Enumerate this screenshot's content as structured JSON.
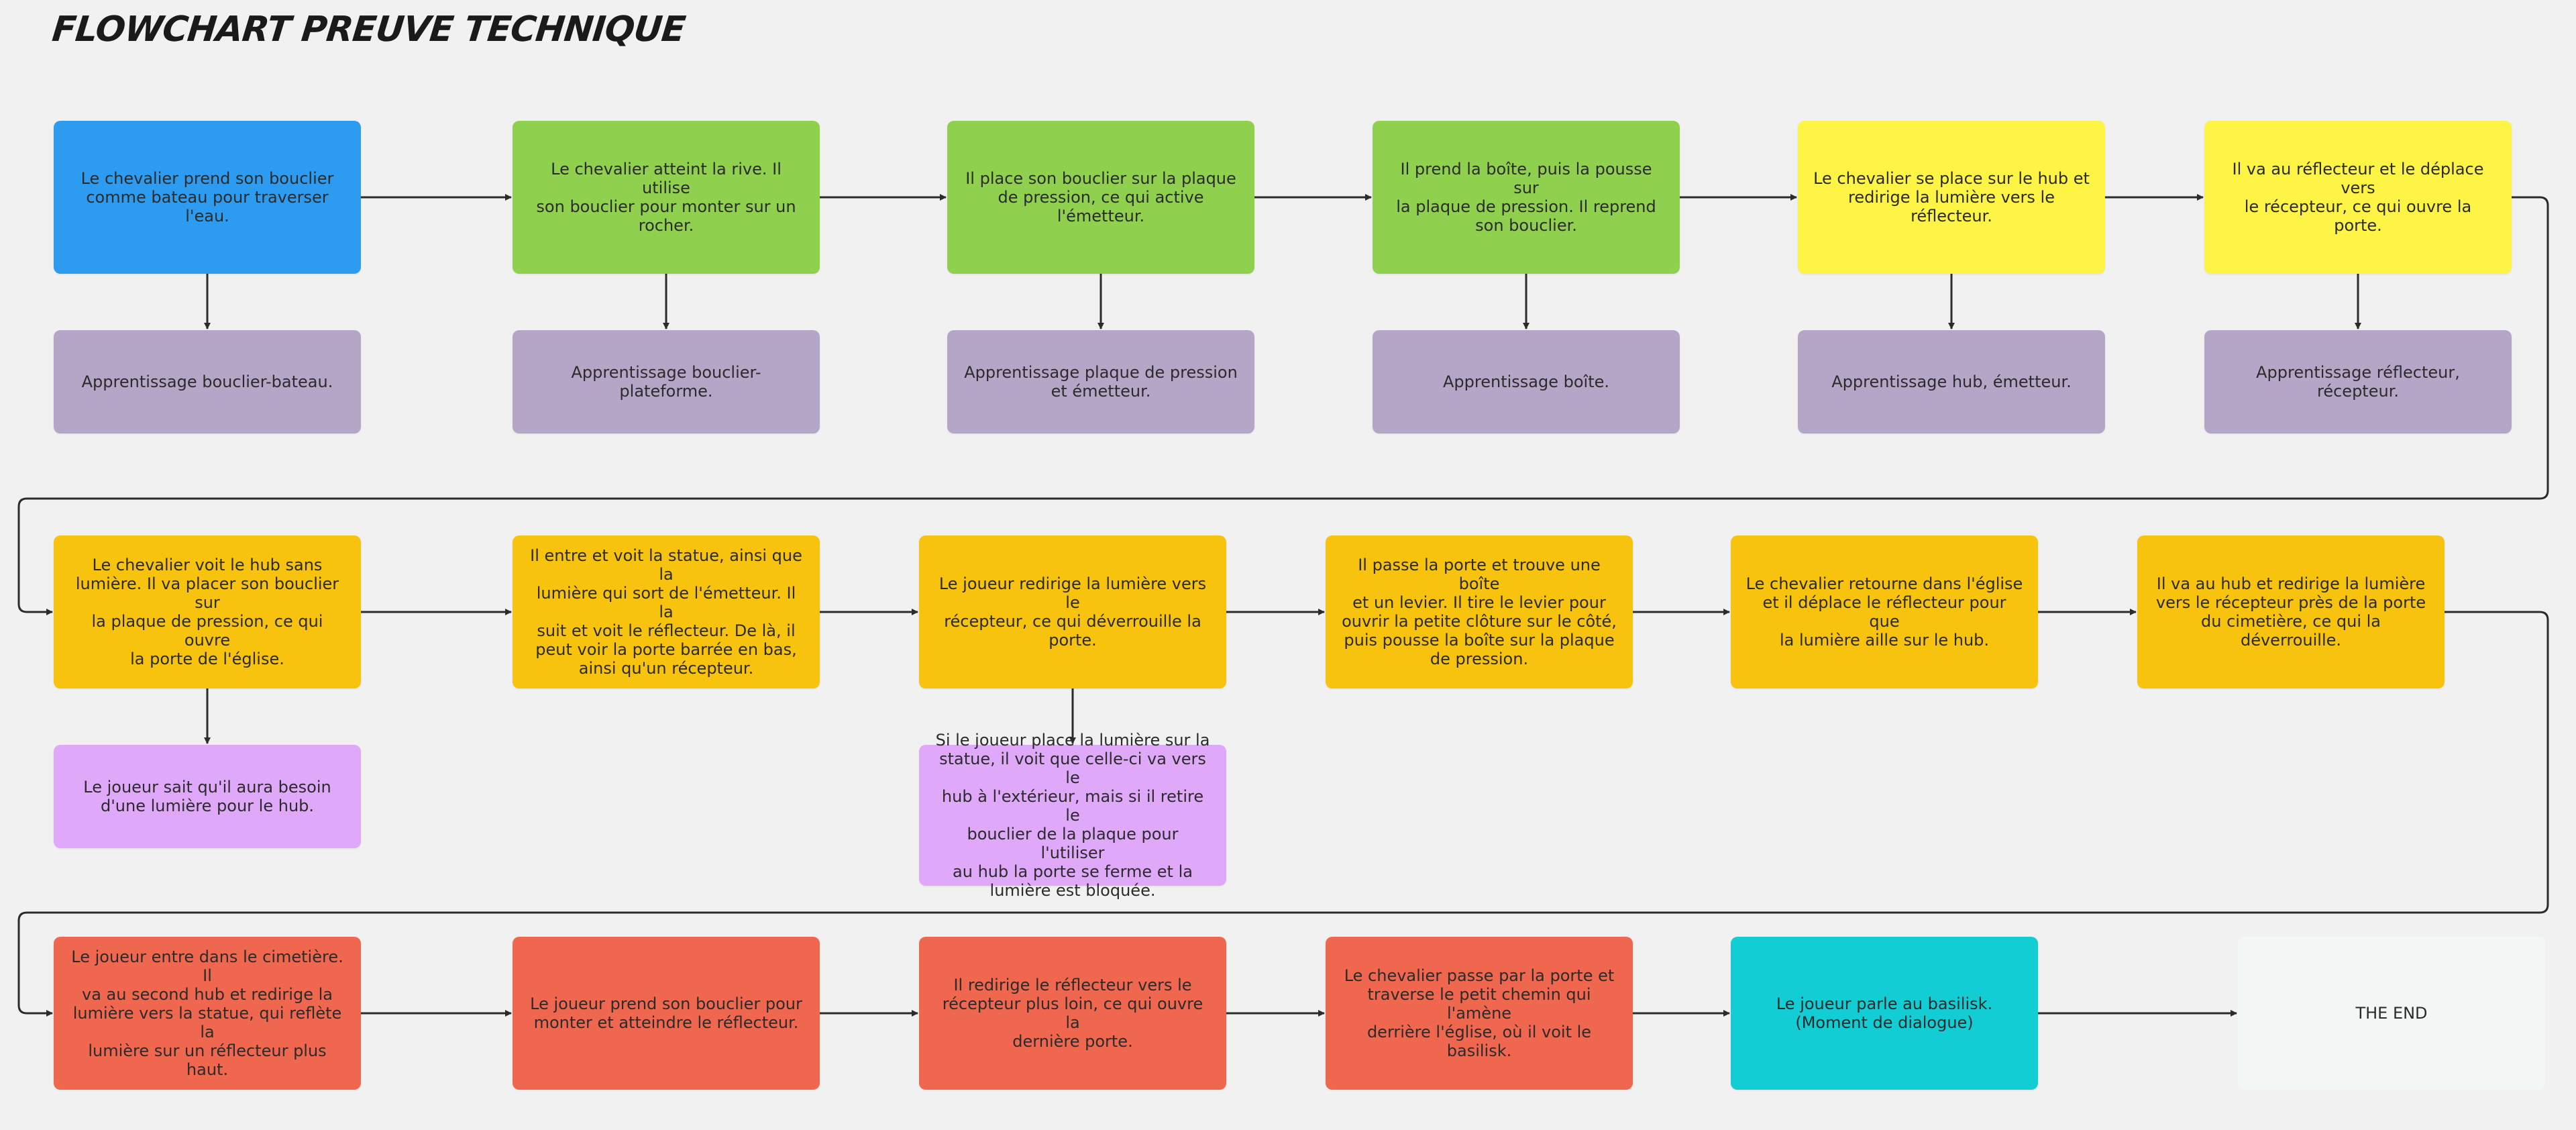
{
  "title": "FLOWCHART PREUVE TECHNIQUE",
  "colors": {
    "background": "#f1f1f1",
    "blue": "#2d9cf0",
    "green": "#8fd14f",
    "yellow": "#fef445",
    "purple": "#b5a6c8",
    "orange": "#f8c30f",
    "pink": "#dfa8f9",
    "red": "#f0674f",
    "teal": "#12cdd4",
    "white": "#f2f6f5",
    "arrow": "#2b2b2b"
  },
  "nodes": [
    {
      "id": "n1",
      "color": "blue",
      "text": "Le chevalier prend son bouclier\ncomme bateau pour traverser l'eau."
    },
    {
      "id": "n2",
      "color": "green",
      "text": "Le chevalier atteint la rive. Il utilise\nson bouclier pour monter sur un\nrocher."
    },
    {
      "id": "n3",
      "color": "green",
      "text": "Il place son bouclier sur la plaque\nde pression, ce qui active\nl'émetteur."
    },
    {
      "id": "n4",
      "color": "green",
      "text": "Il prend la boîte, puis la pousse sur\nla plaque de pression. Il reprend\nson bouclier."
    },
    {
      "id": "n5",
      "color": "yellow",
      "text": "Le chevalier se place sur le hub et\nredirige la lumière vers le réflecteur."
    },
    {
      "id": "n6",
      "color": "yellow",
      "text": "Il va au réflecteur et le déplace vers\nle récepteur, ce qui ouvre la porte."
    },
    {
      "id": "a1",
      "color": "purple",
      "text": "Apprentissage bouclier-bateau."
    },
    {
      "id": "a2",
      "color": "purple",
      "text": "Apprentissage bouclier-plateforme."
    },
    {
      "id": "a3",
      "color": "purple",
      "text": "Apprentissage plaque de pression\net émetteur."
    },
    {
      "id": "a4",
      "color": "purple",
      "text": "Apprentissage boîte."
    },
    {
      "id": "a5",
      "color": "purple",
      "text": "Apprentissage hub, émetteur."
    },
    {
      "id": "a6",
      "color": "purple",
      "text": "Apprentissage réflecteur, récepteur."
    },
    {
      "id": "m1",
      "color": "orange",
      "text": "Le chevalier voit le hub sans\nlumière. Il va placer son bouclier sur\nla plaque de pression, ce qui ouvre\nla porte de l'église."
    },
    {
      "id": "m2",
      "color": "orange",
      "text": "Il entre et voit la statue, ainsi que la\nlumière qui sort de l'émetteur. Il la\nsuit et voit le réflecteur. De là, il\npeut voir la porte barrée en bas,\nainsi qu'un récepteur."
    },
    {
      "id": "m3",
      "color": "orange",
      "text": "Le joueur redirige la lumière vers le\nrécepteur, ce qui déverrouille la\nporte."
    },
    {
      "id": "m4",
      "color": "orange",
      "text": "Il passe la porte et trouve une boîte\net un levier. Il tire le levier pour\nouvrir la petite clôture sur le côté,\npuis pousse la boîte sur la plaque\nde pression."
    },
    {
      "id": "m5",
      "color": "orange",
      "text": "Le chevalier retourne dans l'église\net il déplace le réflecteur pour que\nla lumière aille sur le hub."
    },
    {
      "id": "m6",
      "color": "orange",
      "text": "Il va au hub et redirige la lumière\nvers le récepteur près de la porte\ndu cimetière, ce qui la déverrouille."
    },
    {
      "id": "p1",
      "color": "pink",
      "text": "Le joueur sait qu'il aura besoin\nd'une lumière pour le hub."
    },
    {
      "id": "p2",
      "color": "pink",
      "text": "Si le joueur place la lumière sur la\nstatue, il voit que celle-ci va vers le\nhub à l'extérieur, mais si il retire le\nbouclier de la plaque pour l'utiliser\nau hub la porte se ferme et la\nlumière est bloquée."
    },
    {
      "id": "b1",
      "color": "red",
      "text": "Le joueur entre dans le cimetière. Il\nva au second hub et redirige la\nlumière vers la statue, qui reflète la\nlumière sur un réflecteur plus haut."
    },
    {
      "id": "b2",
      "color": "red",
      "text": "Le joueur prend son bouclier pour\nmonter et atteindre le réflecteur."
    },
    {
      "id": "b3",
      "color": "red",
      "text": "Il redirige le réflecteur vers le\nrécepteur plus loin, ce qui ouvre la\ndernière porte."
    },
    {
      "id": "b4",
      "color": "red",
      "text": "Le chevalier passe par la porte et\ntraverse le petit chemin qui l'amène\nderrière l'église, où il voit le basilisk."
    },
    {
      "id": "b5",
      "color": "teal",
      "text": "Le joueur parle au basilisk.\n(Moment de dialogue)"
    },
    {
      "id": "b6",
      "color": "white",
      "text": "THE END"
    }
  ],
  "edges": [
    [
      "n1",
      "n2"
    ],
    [
      "n2",
      "n3"
    ],
    [
      "n3",
      "n4"
    ],
    [
      "n4",
      "n5"
    ],
    [
      "n5",
      "n6"
    ],
    [
      "n1",
      "a1"
    ],
    [
      "n2",
      "a2"
    ],
    [
      "n3",
      "a3"
    ],
    [
      "n4",
      "a4"
    ],
    [
      "n5",
      "a5"
    ],
    [
      "n6",
      "a6"
    ],
    [
      "n6",
      "m1"
    ],
    [
      "m1",
      "m2"
    ],
    [
      "m2",
      "m3"
    ],
    [
      "m3",
      "m4"
    ],
    [
      "m4",
      "m5"
    ],
    [
      "m5",
      "m6"
    ],
    [
      "m1",
      "p1"
    ],
    [
      "m3",
      "p2"
    ],
    [
      "m6",
      "b1"
    ],
    [
      "b1",
      "b2"
    ],
    [
      "b2",
      "b3"
    ],
    [
      "b3",
      "b4"
    ],
    [
      "b4",
      "b5"
    ],
    [
      "b5",
      "b6"
    ]
  ]
}
